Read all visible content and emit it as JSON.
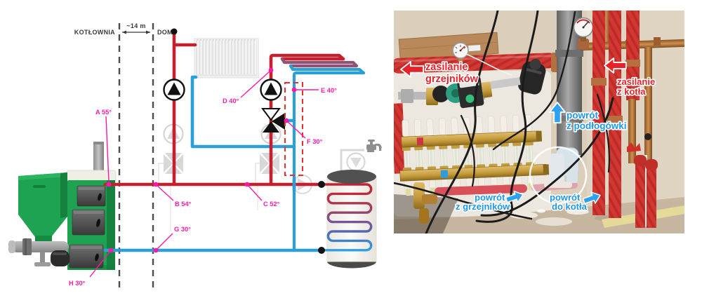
{
  "diagram": {
    "zone_left": "KOTŁOWNIA",
    "zone_right": "DOM",
    "distance": "~14 m",
    "temps": {
      "a": "A 55°",
      "b": "B 54°",
      "c": "C 52°",
      "d": "D 40°",
      "e": "E 40°",
      "f": "F 30°",
      "g": "G 30°",
      "h": "H 30°"
    }
  },
  "photo": {
    "labels": {
      "supply_radiators": [
        "zasilanie",
        "grzejników"
      ],
      "supply_from_boiler": [
        "zasilanie",
        "z kotła"
      ],
      "return_underfloor": [
        "powrót",
        "z podłogówki"
      ],
      "return_radiators": [
        "powrót",
        "z grzejników"
      ],
      "return_to_boiler": [
        "powrót",
        "do kotła"
      ]
    }
  },
  "colors": {
    "pipe_supply_red": "#C5202E",
    "pipe_return_blue": "#2B9FD6",
    "label_magenta": "#F81CA4",
    "dashed_zone_red": "#E8332B",
    "boiler_green": "#1EA352",
    "photo_arrow_red": "#E6232A",
    "photo_arrow_blue": "#2BA2F2"
  }
}
